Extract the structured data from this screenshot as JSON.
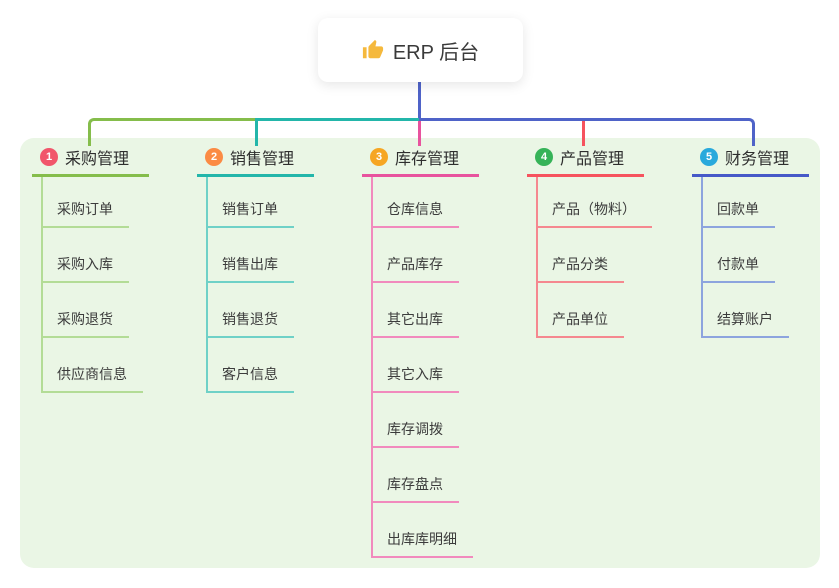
{
  "root": {
    "title": "ERP 后台",
    "icon": "thumbs-up-icon",
    "icon_color": "#f5b93d"
  },
  "colors": {
    "page_background": "#ffffff",
    "panel_background": "#eaf6e5",
    "root_connector": "#4f63c8",
    "text_dark": "#2e2e2e"
  },
  "branches": [
    {
      "num": "1",
      "title": "采购管理",
      "line_color": "#85bd4b",
      "child_line_color": "#b3dc96",
      "badge_color": "#f1566b",
      "children": [
        "采购订单",
        "采购入库",
        "采购退货",
        "供应商信息"
      ]
    },
    {
      "num": "2",
      "title": "销售管理",
      "line_color": "#23b6aa",
      "child_line_color": "#6fd1c7",
      "badge_color": "#fb8b44",
      "children": [
        "销售订单",
        "销售出库",
        "销售退货",
        "客户信息"
      ]
    },
    {
      "num": "3",
      "title": "库存管理",
      "line_color": "#e8539e",
      "child_line_color": "#f18abd",
      "badge_color": "#f6a623",
      "children": [
        "仓库信息",
        "产品库存",
        "其它出库",
        "其它入库",
        "库存调拨",
        "库存盘点",
        "出库库明细"
      ]
    },
    {
      "num": "4",
      "title": "产品管理",
      "line_color": "#f6535e",
      "child_line_color": "#f5888f",
      "badge_color": "#36b358",
      "children": [
        "产品（物料）",
        "产品分类",
        "产品单位"
      ]
    },
    {
      "num": "5",
      "title": "财务管理",
      "line_color": "#4659c8",
      "child_line_color": "#8da4de",
      "badge_color": "#29a9dc",
      "children": [
        "回款单",
        "付款单",
        "结算账户"
      ]
    }
  ]
}
